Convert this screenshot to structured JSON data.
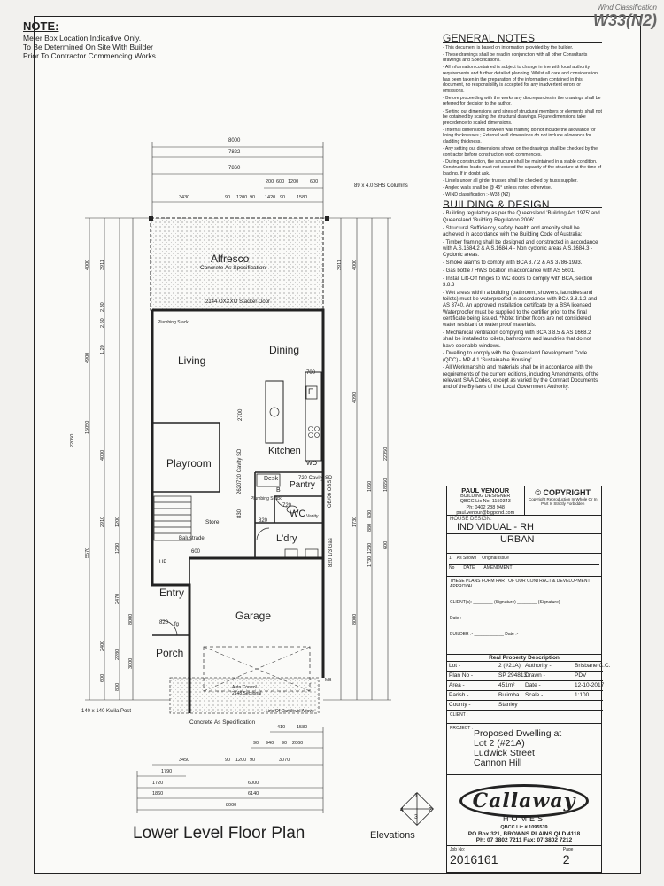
{
  "note": {
    "heading": "NOTE:",
    "lines": [
      "Meter Box Location Indicative Only.",
      "To Be Determined On Site With Builder",
      "Prior To Contractor Commencing Works."
    ]
  },
  "wind": {
    "label": "Wind Classification",
    "value": "W33(N2)"
  },
  "general_notes": {
    "heading": "GENERAL NOTES",
    "items": [
      "- This document is based on information provided by the builder.",
      "- These drawings shall be read in conjunction with all other Consultants drawings and Specifications.",
      "- All information contained is subject to change in line with local authority requirements and further detailed planning. Whilst all care and consideration has been taken in the preparation of the information contained in this document, no responsibility is accepted for any inadvertent errors or omissions.",
      "- Before proceeding with the works any discrepancies in the drawings shall be referred for decision to the author.",
      "- Setting out dimensions and sizes of structural members or elements shall not be obtained by scaling the structural drawings. Figure dimensions take precedence to scaled dimensions.",
      "- Internal dimensions between wall framing do not include the allowance for lining thicknesses ; External wall dimensions do not include allowance for cladding thickness.",
      "- Any setting out dimensions shown on the drawings shall be checked by the contractor before construction work commences.",
      "- During construction, the structure shall be maintained in a stable condition. Construction loads must not exceed the capacity of the structure at the time of loading. If in doubt ask.",
      "- Lintels under all girder trusses shall be checked by truss supplier.",
      "- Angled walls shall be @ 45° unless noted otherwise.",
      "- WIND classification :- W33 (N2)"
    ]
  },
  "building_design": {
    "heading": "BUILDING & DESIGN",
    "items": [
      "- Building regulatory as per the Queensland 'Building Act 1975' and Queensland 'Building Regulation 2006'.",
      "- Structural Sufficiency, safety, health and amenity shall be achieved in accordance with the Building Code of Australia:",
      "- Timber framing shall be designed and constructed in accordance with A.S.1684.2 & A.S.1684.4 - Non cyclonic areas A.S.1684.3 - Cyclonic areas.",
      "- Smoke alarms to comply with BCA 3.7.2 & AS 3786-1993.",
      "- Gas bottle / HWS location in accordance with AS 5601.",
      "- Install Lift-Off hinges to WC doors to comply with BCA, section 3.8.3",
      "- Wet areas within a building (bathroom, showers, laundries and toilets) must be waterproofed in accordance with BCA 3.8.1.2 and AS 3740. An approved installation certificate by a BSA licensed Waterproofer must be supplied to the certifier prior to the final certificate being issued. *Note: timber floors are not considered water resistant or water proof materials.",
      "- Mechanical ventilation complying with BCA 3.8.5 & AS 1668.2 shall be installed to toilets, bathrooms and laundries that do not have openable windows.",
      "- Dwelling to comply with the Queensland Development Code (QDC) - MP 4.1 'Sustainable Housing'.",
      "- All Workmanship and materials shall be in accordance with the requirements of the current editions, including Amendments, of the relevant SAA Codes, except as varied by the Contract Documents and of the By-laws of the Local Government Authority."
    ]
  },
  "title_block": {
    "designer_name": "PAUL VENOUR",
    "designer_role": "BUILDING DESIGNER",
    "designer_qbcc": "QBCC Lic No: 1150343",
    "designer_phone": "Ph: 0402 288 948",
    "designer_email": "paul.venour@bigpond.com",
    "copyright": "© COPYRIGHT",
    "copyright_note": "Copyright Reproduction In Whole Or In Part Is Strictly Forbidden",
    "house_design_label": "HOUSE DESIGN:",
    "house_design": "INDIVIDUAL - RH",
    "style": "URBAN",
    "rev_no": "1",
    "rev_scale": "As Shown",
    "rev_desc": "Original Issue",
    "rev_no_label": "No",
    "rev_date_label": "DATE",
    "rev_amend_label": "AMENDMENT",
    "approval_note": "THESE PLANS FORM PART OF OUR CONTRACT & DEVELOPMENT APPROVAL",
    "client_label": "CLIENT(s):",
    "signature_label": "(Signature)",
    "date_label": "Date :-",
    "builder_label": "BUILDER :-",
    "real_property": "Real Property Description",
    "property": [
      [
        "Lot -",
        "2 (#21A)",
        "Authority -",
        "Brisbane C.C."
      ],
      [
        "Plan No -",
        "SP 294813",
        "Drawn -",
        "PDV"
      ],
      [
        "Area -",
        "451m²",
        "Date -",
        "12-10-2017"
      ],
      [
        "Parish -",
        "Bulimba",
        "Scale -",
        "1:100"
      ],
      [
        "County -",
        "Stanley",
        "",
        ""
      ]
    ],
    "client_row": "CLIENT :",
    "project_label": "PROJECT :",
    "project_lines": [
      "Proposed Dwelling at",
      "Lot  2 (#21A)",
      "Ludwick Street",
      "Cannon Hill"
    ],
    "brand": "Callaway",
    "brand_sub": "HOMES",
    "brand_qbcc": "QBCC Lic # 1095539",
    "brand_address": "PO Box 321, BROWNS PLAINS QLD 4118",
    "brand_phone": "Ph: 07 3802 7211  Fax: 07 3802 7212",
    "job_no_label": "Job No:",
    "job_no": "2016161",
    "page_label": "Page",
    "page": "2"
  },
  "plan": {
    "title": "Lower Level Floor Plan",
    "elevations": "Elevations",
    "elev_nums": [
      "1",
      "2",
      "3",
      "4"
    ],
    "rooms": {
      "alfresco": "Alfresco",
      "alfresco_note": "Concrete As Specification",
      "living": "Living",
      "dining": "Dining",
      "playroom": "Playroom",
      "kitchen": "Kitchen",
      "pantry": "Pantry",
      "desk": "Desk",
      "wc": "WC",
      "ldry": "L'dry",
      "entry": "Entry",
      "garage": "Garage",
      "porch": "Porch",
      "porch_note": "Concrete As Specification"
    },
    "labels": {
      "stacker_door": "2144  OXXXO Stacker Door",
      "plumbing_stack": "Plumbing Stack",
      "plumbing_stack2": "Plumbing Stack",
      "columns": "89 x 4.0 SHS Columns",
      "kwila_post": "140 x 140 Kwila Post",
      "auto_control": "Auto Control",
      "sectional": "2148 Sectional",
      "line_above": "Line Of Cantilevel Above",
      "balustrade": "Balustrade",
      "store": "Store",
      "up": "UP",
      "fridge": "F",
      "vanity": "Vanity",
      "mb": "MB",
      "fg": "fg",
      "wo": "WO",
      "b": "B",
      "cavity_sd_a": "720 Cavity SD",
      "cavity_sd_b": "720 Cavity SD",
      "gas": "820 1/3 Gas",
      "d820a": "820",
      "d820b": "820",
      "d820c": "820",
      "d820d": "820",
      "d820e": "820",
      "d720": "720",
      "d600": "600",
      "d700": "700",
      "d2700": "2700",
      "d2620": "2620",
      "d830": "830",
      "obs": "OB/06 OBS"
    },
    "top_dims": {
      "row1": [
        "8000"
      ],
      "row2": [
        "7822"
      ],
      "row3": [
        "7860"
      ],
      "row4": [
        "200",
        "600",
        "1200",
        "600"
      ],
      "row5": [
        "3430",
        "90",
        "1200",
        "90",
        "1420",
        "90",
        "1580"
      ]
    },
    "bottom_dims": {
      "row1": [
        "410",
        "1580"
      ],
      "row2": [
        "90",
        "940",
        "90",
        "2060"
      ],
      "row3": [
        "3450",
        "90",
        "1200",
        "90",
        "3070"
      ],
      "row4": [
        "1790"
      ],
      "row5": [
        "1720",
        "6000"
      ],
      "row6": [
        "1860",
        "6140"
      ],
      "row7": [
        "8000"
      ]
    },
    "left_dims": [
      "4000",
      "3911",
      "2.30",
      "2.60",
      "4900",
      "1.20",
      "15050",
      "22050",
      "4000",
      "1200",
      "2910",
      "1230",
      "5570",
      "2470",
      "8000",
      "2400",
      "2280",
      "3000",
      "600",
      "800"
    ],
    "right_dims": [
      "3911",
      "4000",
      "4090",
      "1730",
      "1060",
      "830",
      "18650",
      "22050",
      "1230",
      "8000",
      "1730",
      "880",
      "600"
    ]
  }
}
